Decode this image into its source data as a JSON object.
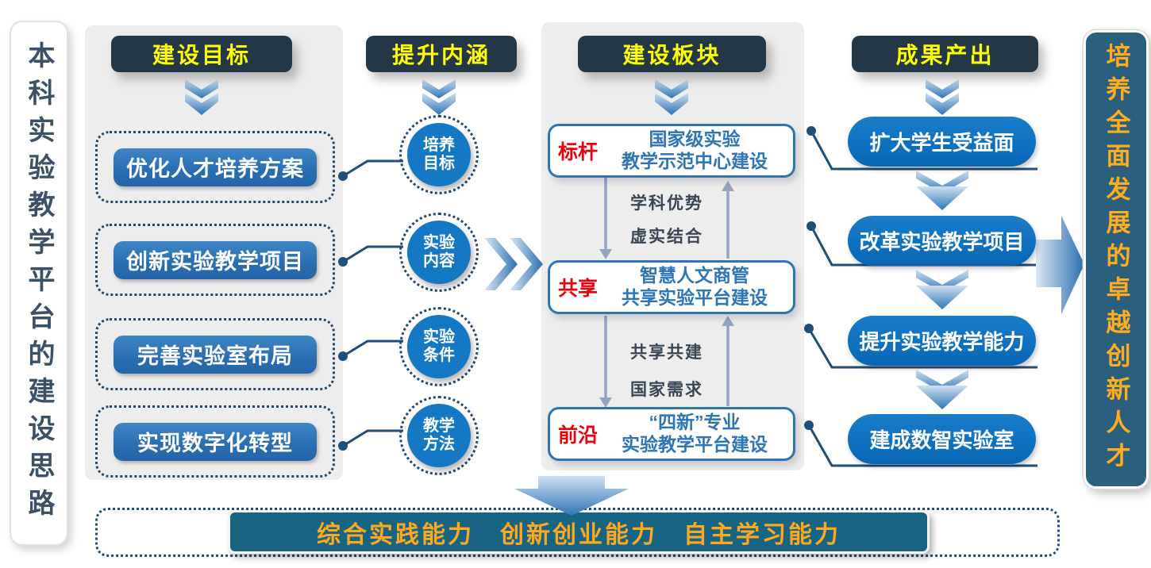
{
  "left_banner": {
    "text": "本科实验教学平台的建设思路"
  },
  "right_banner": {
    "text": "培养全面发展的卓越创新人才"
  },
  "goals": {
    "header": "建设目标",
    "items": [
      "优化人才培养方案",
      "创新实验教学项目",
      "完善实验室布局",
      "实现数字化转型"
    ]
  },
  "connotation": {
    "header": "提升内涵",
    "items": [
      {
        "line1": "培养",
        "line2": "目标"
      },
      {
        "line1": "实验",
        "line2": "内容"
      },
      {
        "line1": "实验",
        "line2": "条件"
      },
      {
        "line1": "教学",
        "line2": "方法"
      }
    ]
  },
  "modules": {
    "header": "建设板块",
    "items": [
      {
        "tag": "标杆",
        "line1": "国家级实验",
        "line2": "教学示范中心建设"
      },
      {
        "tag": "共享",
        "line1": "智慧人文商管",
        "line2": "共享实验平台建设"
      },
      {
        "tag": "前沿",
        "line1": "“四新”专业",
        "line2": "实验教学平台建设"
      }
    ],
    "link_labels": [
      "学科优势",
      "虚实结合",
      "共享共建",
      "国家需求"
    ]
  },
  "outputs": {
    "header": "成果产出",
    "items": [
      "扩大学生受益面",
      "改革实验教学项目",
      "提升实验教学能力",
      "建成数智实验室"
    ]
  },
  "bottom_banner": {
    "text": "综合实践能力　创新创业能力　自主学习能力"
  },
  "colors": {
    "header_bg": "#243746",
    "header_text": "#FFFF00",
    "primary_blue": "#2E75B6",
    "pill_blue": "#0D70BE",
    "circle_blue": "#1478C4",
    "tag_red": "#E8000D",
    "banner_teal": "#176582",
    "banner_orange": "#FFA81E",
    "navy_line": "#1F4E79",
    "exchange_arrow": "#94A5C4"
  }
}
